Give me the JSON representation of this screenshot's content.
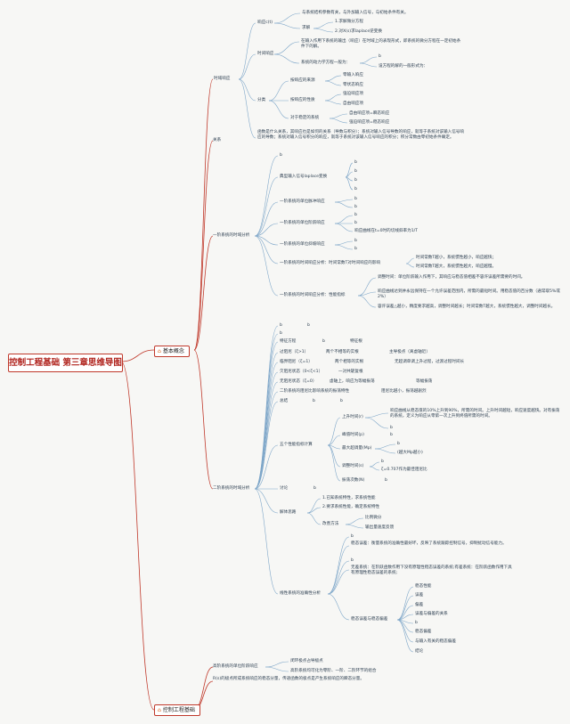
{
  "root": "控制工程基础 第三章思维导图",
  "branches": [
    "基本概念",
    "控制工程基础"
  ],
  "icons": {
    "branch_icon": "home-icon",
    "accent": "#c0392b"
  },
  "l1": [
    "时域响应",
    "关系",
    "一阶系统的时域分析",
    "二阶系统的时域分析",
    "高阶系统的单位阶跃响应"
  ],
  "concept": {
    "a": "响应c(t)",
    "a1": "与系统结构参数有关，与外加输入信号，与初始条件有关。",
    "a2": "求解",
    "a21": "1.求解微分方程",
    "a22": "2.对X(s)求laplace逆变换",
    "b": "时间响应",
    "b1": "在输入作用下系统的输出（响应）在时域上的表现形式，即系统的微分方程在一定初始条件下的解。",
    "b2": "系统的动力学方程一般为：",
    "b21": "b",
    "b22": "设方程的解的一般形式为：",
    "c": "分类",
    "c1": "按响应的来源",
    "c11": "零输入响应",
    "c12": "零状态响应",
    "c2": "按响应的性质",
    "c21": "强迫响应项",
    "c22": "自由响应项",
    "c3": "对于稳定的系统",
    "c31": "自由响应项=瞬态响应",
    "c32": "强迫响应项=稳态响应",
    "rel": "函数是什么关系，其响应也是如何的关系（导数与积分）；系统对输入信号导数的响应，就等于系统对该输入信号响应的导数；系统对输入信号积分的响应，就等于系统对该输入信号响应的积分；积分常数由零初始条件确定。"
  },
  "first": {
    "t0": "b",
    "t1": "典型输入信号laplace变换",
    "t1k": [
      "b",
      "b",
      "b",
      "b"
    ],
    "t2": "一阶系统的单位脉冲响应",
    "t2k": [
      "b",
      "b"
    ],
    "t3": "一阶系统的单位阶跃响应",
    "t3k": [
      "b",
      "b",
      "响应曲线在t=0时的切线斜率为1/T"
    ],
    "t4": "一阶系统的单位斜坡响应",
    "t4k": [
      "b",
      "b"
    ],
    "t5": "一阶系统的时间响应分析：时间常数T对时间响应的影响",
    "t5k": [
      "时间常数T越小，系统惯性越小，响应越快；",
      "时间常数T越大，系统惯性越大，响应越慢。"
    ],
    "t6": "一阶系统的时间响应分析：性能指标",
    "t6k": [
      "调整时间：单位阶跃输入作用下，其响应与稳态值相差不容许误差所需要的时间。",
      "响应曲线达到并永远保持在一个允许误差范围内，所需的最短时间。用稳态值的百分数（通常取5%或2%）",
      "容许误差△越小，精度要求越高，调整时间越长；时间常数T越大，系统惯性越大，调整时间越长。"
    ]
  },
  "second": {
    "s0": [
      "b",
      "b"
    ],
    "s0k": "b",
    "s1": "特征方程",
    "s1a": "b",
    "s1b": "特征根",
    "s2": "过阻尼（ζ>1）",
    "s2a": "两个不相等的实根",
    "s2b": "主导极点（离虚轴近）",
    "s3": "临界阻尼（ζ=1）",
    "s3a": "两个相等的实根",
    "s3b": "无超调单调上升过程，过渡过程时间长",
    "s4": "欠阻尼状态（0<ζ<1）",
    "s4a": "一对共轭复根",
    "s5": "无阻尼状态（ζ=0）",
    "s5a": "虚轴上，响应为等幅振荡",
    "s5b": "等幅振荡",
    "s6": "二阶系统的阻尼比影响系统的振荡特性",
    "s6a": "阻尼比越小，振荡越剧烈",
    "s7": "总结",
    "s7a": "b",
    "s7b": "b",
    "s8": "五个性能指标计算",
    "s81": "上升时间(r)",
    "s81k": "响应曲线从稳态值的10%上升到90%，所需的时间。上升时间越短，响应速度越快。对有振荡的系统，定义为响应从零第一次上升到终值所需的时间。",
    "s81b": "b",
    "s82": "峰值时间(p)",
    "s82a": "b",
    "s83": "最大超调量(Mp)",
    "s83a": "b",
    "s83b": "(越大Mp越小)",
    "s84": "调整时间(s)",
    "s84a": "b",
    "s84b": "ζ=0.707作为最佳阻尼比",
    "s85": "振荡次数(N)",
    "s85a": "b",
    "s9": "讨论",
    "s9a": "b",
    "s10": "解体思路",
    "s10a": "1.已知系统特性，求系统性能",
    "s10b": "2.要求系统性能，确定系统特性",
    "s10c": "改善方法",
    "s10c1": "比例微分",
    "s10c2": "输出量速度反馈",
    "s11": "线性系统的准确性分析",
    "s11a": "b",
    "s11b": "稳态误差：衡量系统的准确性最好坏，反映了系统跟踪控制信号，抑制扰动信号能力。",
    "s11c": "b",
    "s11d": "无差系统：在阶跃函数作用下没有原理性稳态误差的系统;有差系统：在阶跃函数作用下具有原理性稳态误差的系统;",
    "s11e": "稳态误差与稳态偏差",
    "s11e_items": [
      "稳态性能",
      "误差",
      "偏差",
      "误差与偏差的关系",
      "b",
      "稳态偏差",
      "与输入有关的稳态偏差",
      "结论"
    ]
  },
  "high": {
    "h1": "闭环极点占导极点",
    "h2": "高阶系统均可化为零阶、一阶、二阶环节的组合",
    "h3": "R(s)的极点所成系统响应的稳态分量，传递函数的极点是产生系统响应的瞬态分量。"
  }
}
